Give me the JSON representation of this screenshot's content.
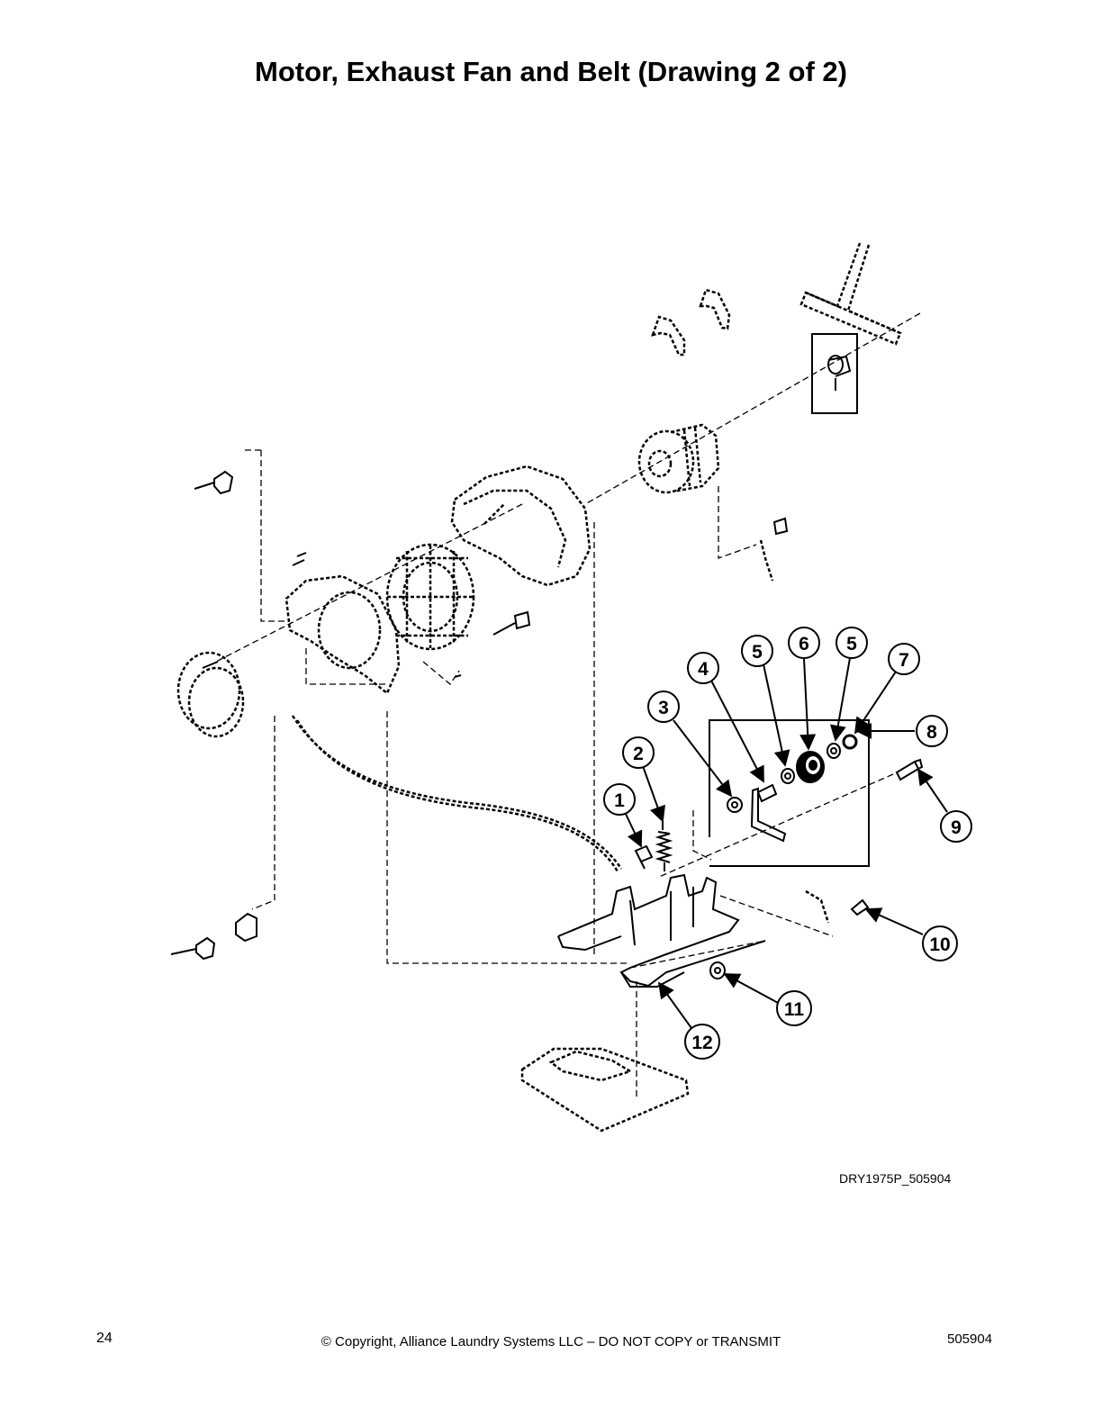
{
  "header": {
    "title": "Motor, Exhaust Fan and Belt (Drawing 2 of 2)"
  },
  "diagram": {
    "callouts": [
      "1",
      "2",
      "3",
      "4",
      "5",
      "6",
      "5",
      "7",
      "8",
      "9",
      "10",
      "11",
      "12"
    ],
    "drawing_id": "DRY1975P_505904"
  },
  "footer": {
    "page_number": "24",
    "copyright": "© Copyright, Alliance Laundry Systems LLC – DO NOT COPY or TRANSMIT",
    "document_number": "505904"
  }
}
